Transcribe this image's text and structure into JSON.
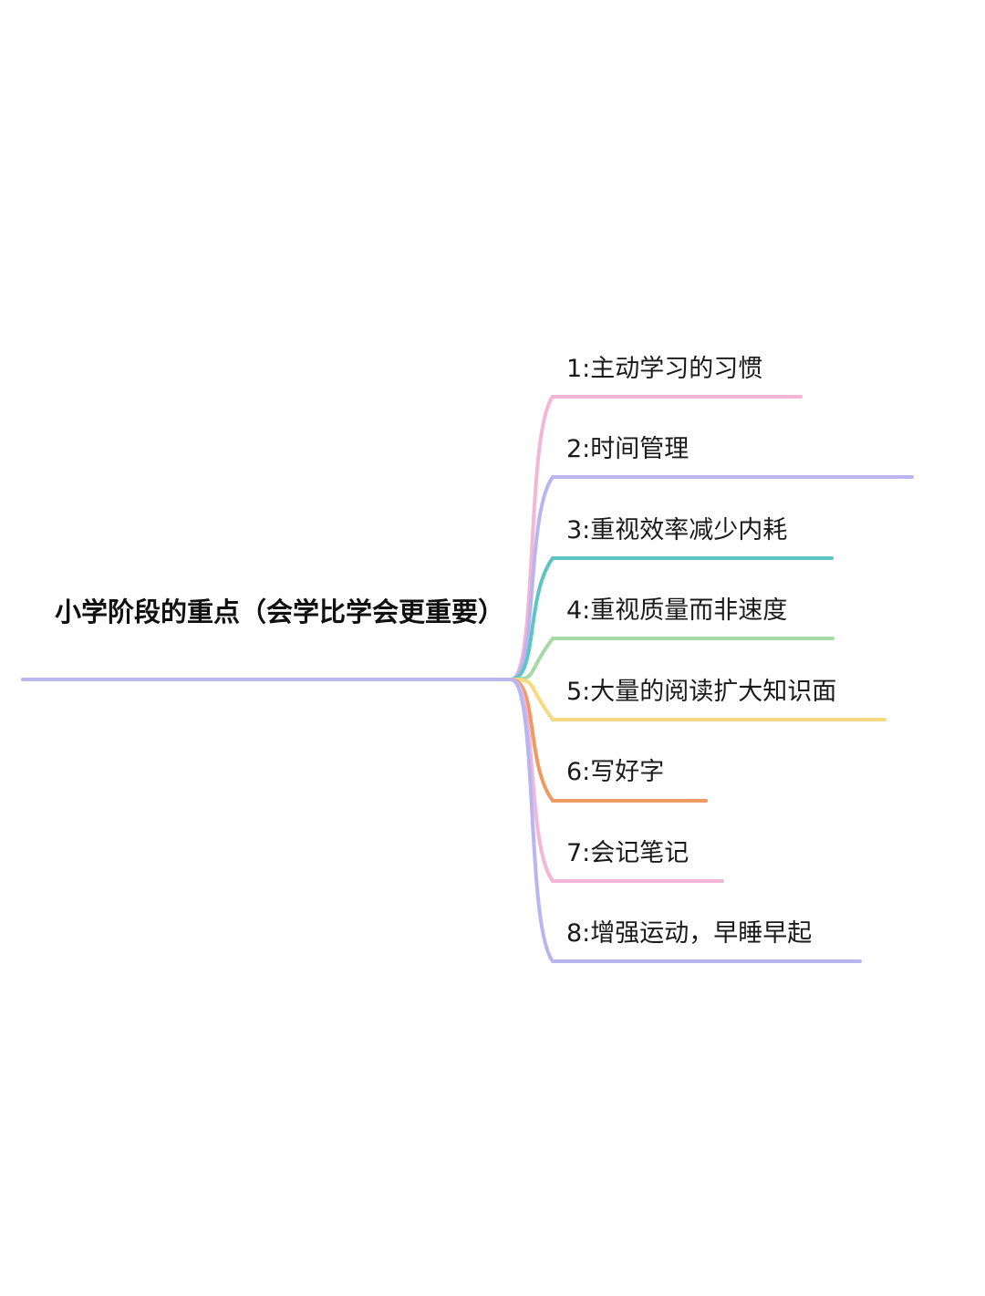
{
  "root": {
    "label": "小学阶段的重点（会学比学会更重要）",
    "color": "#b8b5f0"
  },
  "branches": [
    {
      "label": "1:主动学习的习惯",
      "color": "#f2b6d6"
    },
    {
      "label": "2:时间管理",
      "color": "#b8b5f0"
    },
    {
      "label": "3:重视效率减少内耗",
      "color": "#5ec5c4"
    },
    {
      "label": "4:重视质量而非速度",
      "color": "#a6d9a6"
    },
    {
      "label": "5:大量的阅读扩大知识面",
      "color": "#f7d980"
    },
    {
      "label": "6:写好字",
      "color": "#ef9a63"
    },
    {
      "label": "7:会记笔记",
      "color": "#f2b6d6"
    },
    {
      "label": "8:增强运动，早睡早起",
      "color": "#b8b5f0"
    }
  ]
}
